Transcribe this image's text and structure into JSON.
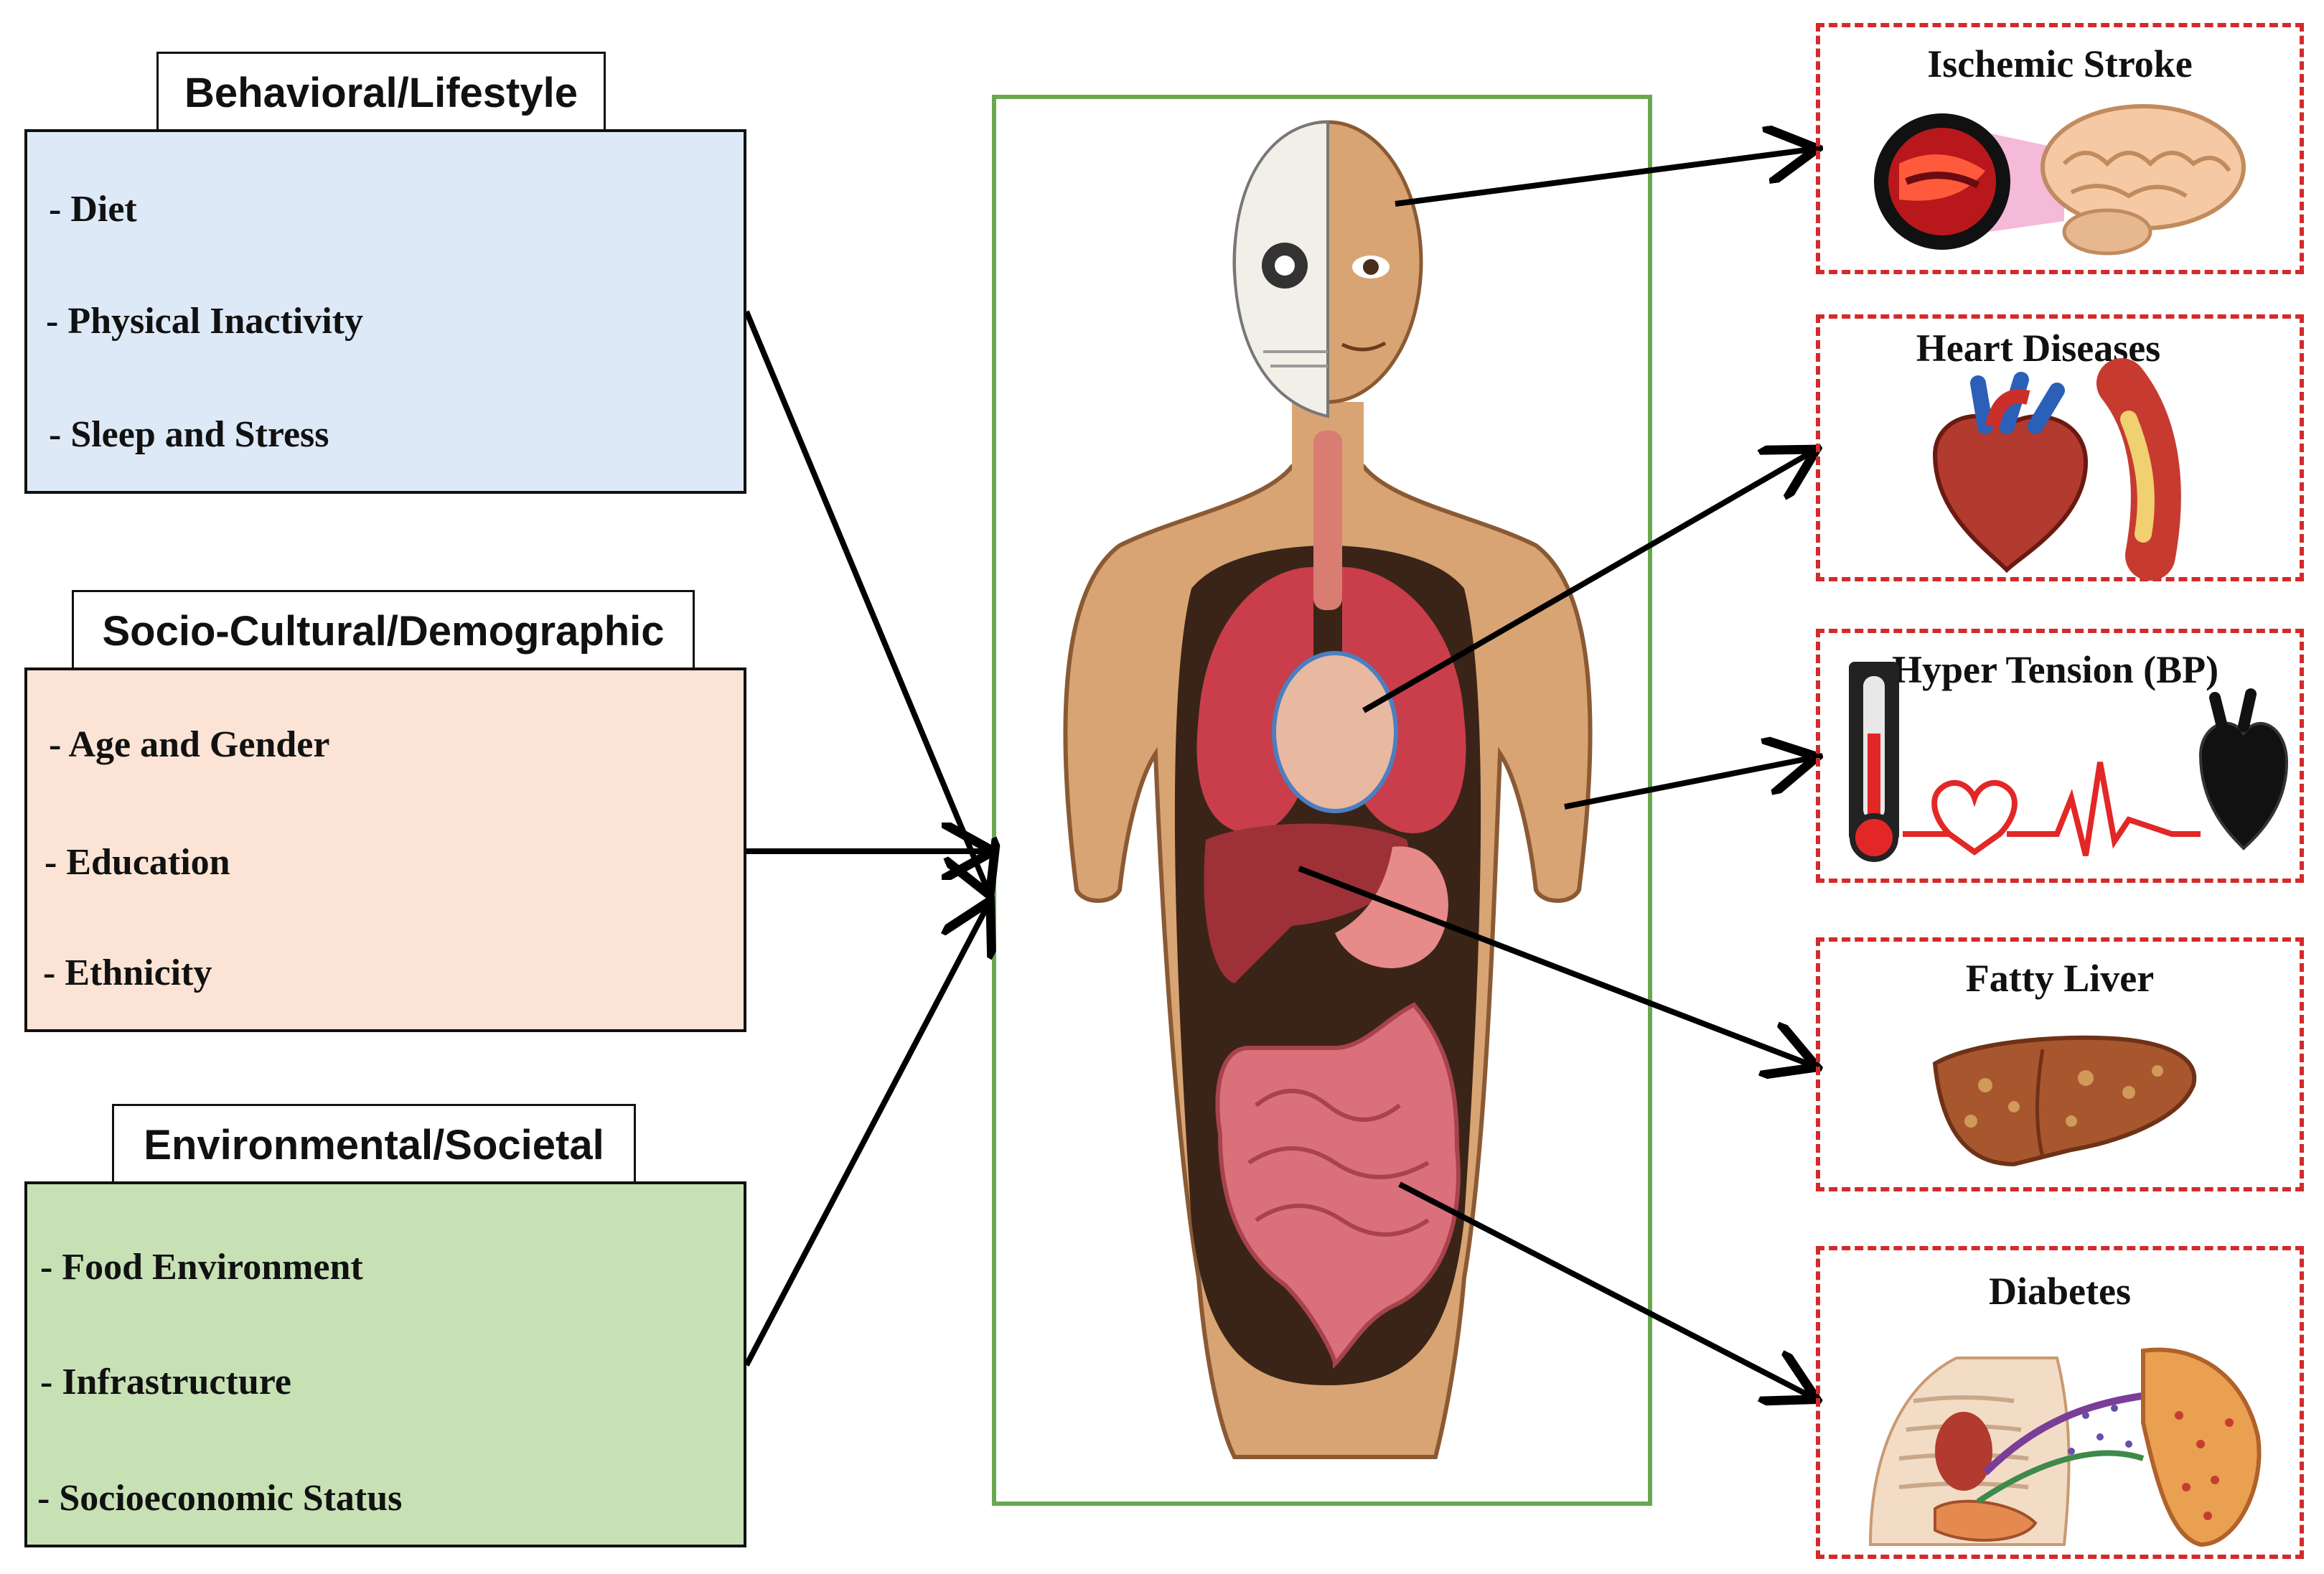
{
  "categories": [
    {
      "title": "Behavioral/Lifestyle",
      "color": "#dde9f6",
      "items": [
        "- Diet",
        "- Physical Inactivity",
        "- Sleep and Stress"
      ]
    },
    {
      "title": "Socio-Cultural/Demographic",
      "color": "#fbe4d6",
      "items": [
        "- Age and Gender",
        "- Education",
        "- Ethnicity"
      ]
    },
    {
      "title": "Environmental/Societal",
      "color": "#c7e1b5",
      "items": [
        "- Food Environment",
        "- Infrastructure",
        "- Socioeconomic Status"
      ]
    }
  ],
  "body_frame_color": "#6aa84f",
  "outcomes": [
    {
      "title": "Ischemic Stroke",
      "icon": "brain-artery-icon"
    },
    {
      "title": "Heart Diseases",
      "icon": "heart-artery-icon"
    },
    {
      "title": "Hyper Tension (BP)",
      "icon": "thermometer-heartbeat-icon"
    },
    {
      "title": "Fatty Liver",
      "icon": "liver-icon"
    },
    {
      "title": "Diabetes",
      "icon": "pancreas-icon"
    }
  ],
  "outcome_border_color": "#d42a2a"
}
